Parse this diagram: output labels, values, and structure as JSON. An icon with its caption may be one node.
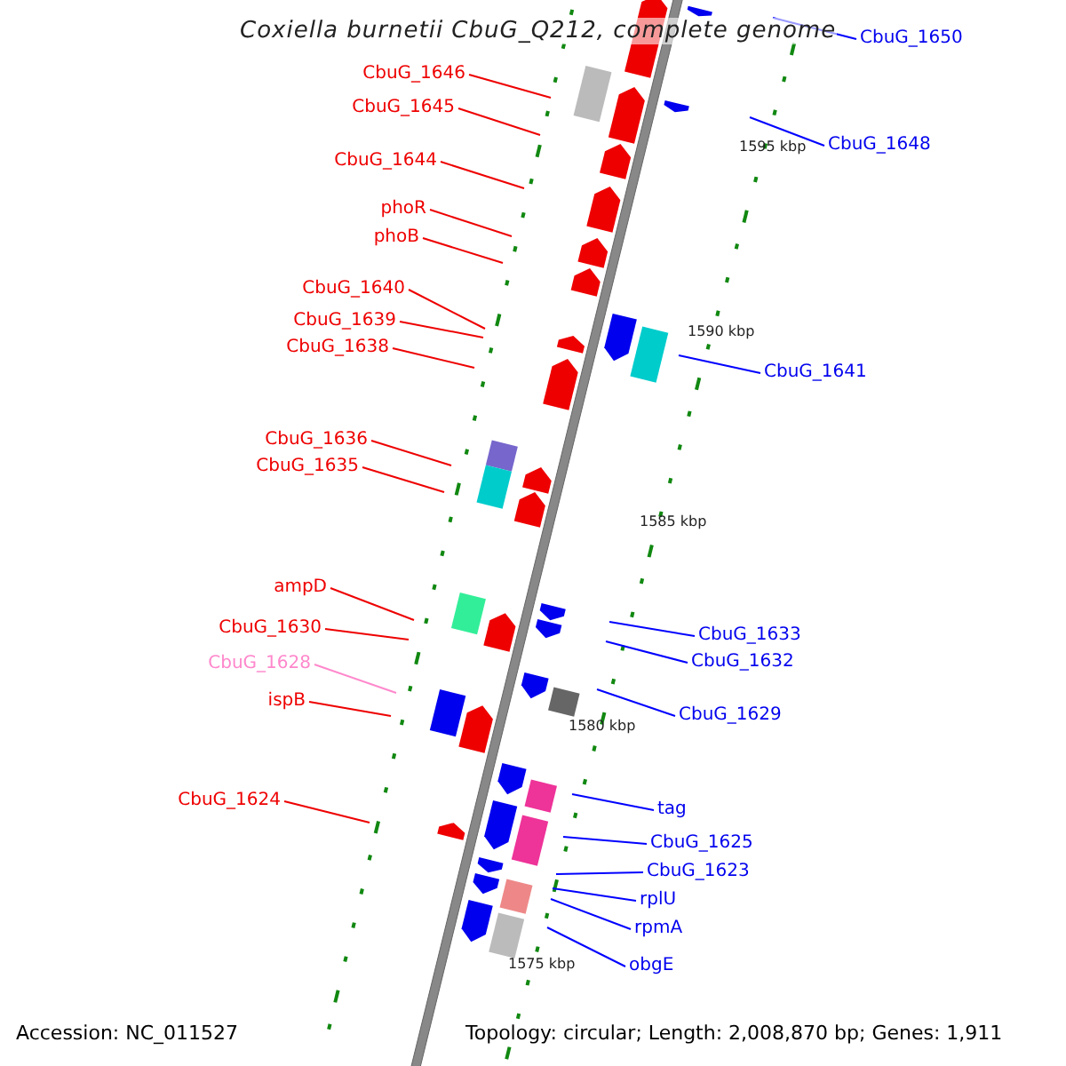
{
  "diagram": {
    "title": "Coxiella burnetii CbuG_Q212, complete genome",
    "nodes": [
      {
        "text": [
          "CbuG_1646"
        ]
      },
      {
        "text": [
          "CbuG_1645"
        ]
      },
      {
        "text": [
          "CbuG_1644"
        ]
      },
      {
        "text": [
          "phoR"
        ]
      },
      {
        "text": [
          "phoB"
        ]
      },
      {
        "text": [
          "CbuG_1640"
        ]
      },
      {
        "text": [
          "CbuG_1639"
        ]
      },
      {
        "text": [
          "CbuG_1638"
        ]
      },
      {
        "text": [
          "CbuG_1636"
        ]
      },
      {
        "text": [
          "CbuG_1635"
        ]
      },
      {
        "text": [
          "ampD"
        ]
      },
      {
        "text": [
          "CbuG_1630"
        ]
      },
      {
        "text": [
          "CbuG_1628"
        ]
      },
      {
        "text": [
          "ispB"
        ]
      },
      {
        "text": [
          "CbuG_1624"
        ]
      },
      {
        "text": [
          "CbuG_1650"
        ]
      },
      {
        "text": [
          "CbuG_1648"
        ]
      },
      {
        "text": [
          "CbuG_1641"
        ]
      },
      {
        "text": [
          "CbuG_1633"
        ]
      },
      {
        "text": [
          "CbuG_1632"
        ]
      },
      {
        "text": [
          "CbuG_1629"
        ]
      },
      {
        "text": [
          "tag"
        ]
      },
      {
        "text": [
          "CbuG_1625"
        ]
      },
      {
        "text": [
          "CbuG_1623"
        ]
      },
      {
        "text": [
          "rplU"
        ]
      },
      {
        "text": [
          "rpmA"
        ]
      },
      {
        "text": [
          "obgE"
        ]
      }
    ],
    "edges": [
      {
        "from": 0,
        "to": null,
        "arrow": "none"
      },
      {
        "from": 1,
        "to": null,
        "arrow": "none"
      },
      {
        "from": 2,
        "to": null,
        "arrow": "none"
      },
      {
        "from": 3,
        "to": null,
        "arrow": "none"
      },
      {
        "from": 4,
        "to": null,
        "arrow": "none"
      },
      {
        "from": 5,
        "to": null,
        "arrow": "none"
      },
      {
        "from": 6,
        "to": null,
        "arrow": "none"
      },
      {
        "from": 7,
        "to": null,
        "arrow": "none"
      },
      {
        "from": 8,
        "to": null,
        "arrow": "none"
      },
      {
        "from": 9,
        "to": null,
        "arrow": "none"
      },
      {
        "from": 10,
        "to": null,
        "arrow": "none"
      },
      {
        "from": 11,
        "to": null,
        "arrow": "none"
      },
      {
        "from": 12,
        "to": null,
        "arrow": "none",
        "color": "#ff88cc"
      },
      {
        "from": 13,
        "to": null,
        "arrow": "none"
      },
      {
        "from": 14,
        "to": null,
        "arrow": "none"
      },
      {
        "from": 15,
        "to": null,
        "arrow": "none",
        "color": "#0000ff"
      },
      {
        "from": 16,
        "to": null,
        "arrow": "none",
        "color": "#0000ff"
      },
      {
        "from": 17,
        "to": null,
        "arrow": "none",
        "color": "#0000ff"
      },
      {
        "from": 18,
        "to": null,
        "arrow": "none",
        "color": "#0000ff"
      },
      {
        "from": 19,
        "to": null,
        "arrow": "none",
        "color": "#0000ff"
      },
      {
        "from": 20,
        "to": null,
        "arrow": "none",
        "color": "#0000ff"
      },
      {
        "from": 21,
        "to": null,
        "arrow": "none",
        "color": "#0000ff"
      },
      {
        "from": 22,
        "to": null,
        "arrow": "none",
        "color": "#0000ff"
      },
      {
        "from": 23,
        "to": null,
        "arrow": "none",
        "color": "#0000ff"
      },
      {
        "from": 24,
        "to": null,
        "arrow": "none",
        "color": "#0000ff"
      },
      {
        "from": 25,
        "to": null,
        "arrow": "none",
        "color": "#0000ff"
      },
      {
        "from": 26,
        "to": null,
        "arrow": "none",
        "color": "#0000ff"
      }
    ],
    "labels": [
      "1595 kbp",
      "1590 kbp",
      "1585 kbp",
      "1580 kbp",
      "1575 kbp",
      "Accession: NC_011527",
      "Topology: circular; Length: 2,008,870 bp; Genes: 1,911"
    ]
  }
}
